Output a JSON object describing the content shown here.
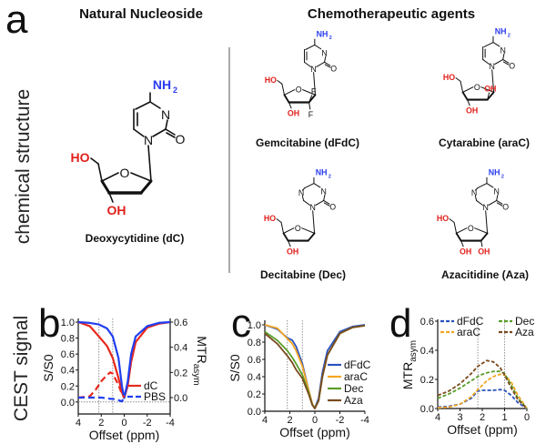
{
  "panel_labels": {
    "a": "a",
    "b": "b",
    "c": "c",
    "d": "d"
  },
  "headers": {
    "natural": "Natural Nucleoside",
    "chemo": "Chemotherapeutic agents"
  },
  "row_labels": {
    "structure": "chemical  structure",
    "cest": "CEST signal"
  },
  "atom_labels": {
    "amine": "NH",
    "amine_sub": "2",
    "n": "N",
    "o": "O",
    "ho": "HO",
    "oh": "OH",
    "f": "F"
  },
  "colors": {
    "amine": "#2b3cf0",
    "hydroxyl": "#e0201b",
    "bond": "#111111"
  },
  "molecules": [
    {
      "name": "Deoxycytidine (dC)",
      "ring": "pyrimidine",
      "c2_sub": "none"
    },
    {
      "name": "Gemcitabine (dFdC)",
      "ring": "pyrimidine",
      "c2_sub": "difluoro"
    },
    {
      "name": "Cytarabine (araC)",
      "ring": "pyrimidine",
      "c2_sub": "oh-up"
    },
    {
      "name": "Decitabine (Dec)",
      "ring": "triazine",
      "c2_sub": "none"
    },
    {
      "name": "Azacitidine (Aza)",
      "ring": "triazine",
      "c2_sub": "oh-down"
    }
  ],
  "chart_data": [
    {
      "id": "b",
      "type": "line",
      "xlabel": "Offset (ppm)",
      "ylabel": "S/S0",
      "y2label": "MTR",
      "y2label_sub": "asym",
      "xlim": [
        4,
        -4
      ],
      "ylim": [
        -0.15,
        1.0
      ],
      "y2lim": [
        -0.13,
        0.6
      ],
      "xticks": [
        "4",
        "2",
        "0",
        "-2",
        "-4"
      ],
      "xtick_values": [
        4,
        2,
        0,
        -2,
        -4
      ],
      "yticks": [
        "0.0",
        "0.2",
        "0.4",
        "0.6",
        "0.8",
        "1.0"
      ],
      "ytick_values": [
        0,
        0.2,
        0.4,
        0.6,
        0.8,
        1.0
      ],
      "y2ticks": [
        "0.0",
        "0.2",
        "0.4",
        "0.6"
      ],
      "y2tick_values": [
        0,
        0.2,
        0.4,
        0.6
      ],
      "vlines": [
        2.2,
        1.0
      ],
      "legend_position": "bottom-right",
      "series": [
        {
          "name": "dC",
          "color": "#e8281c",
          "style": "solid",
          "axis": "left",
          "x": [
            4,
            3,
            2.2,
            1.5,
            1,
            0.5,
            0.2,
            0,
            -0.3,
            -0.6,
            -1,
            -2,
            -3,
            -4
          ],
          "y": [
            1.0,
            0.95,
            0.82,
            0.7,
            0.55,
            0.3,
            0.12,
            0.05,
            0.2,
            0.5,
            0.75,
            0.93,
            0.98,
            1.0
          ]
        },
        {
          "name": "PBS",
          "color": "#1f3ff0",
          "style": "solid",
          "axis": "left",
          "x": [
            4,
            3,
            2.2,
            1.5,
            1,
            0.5,
            0.2,
            0,
            -0.3,
            -0.6,
            -1,
            -2,
            -3,
            -4
          ],
          "y": [
            1.0,
            0.99,
            0.97,
            0.92,
            0.82,
            0.55,
            0.2,
            0.05,
            0.25,
            0.6,
            0.82,
            0.95,
            0.99,
            1.0
          ]
        },
        {
          "name": "dC",
          "color": "#e8281c",
          "style": "dashed",
          "axis": "right",
          "legend": false,
          "x": [
            4,
            3,
            2.5,
            2,
            1.5,
            1.2,
            1,
            0.5,
            0.2,
            0
          ],
          "y": [
            0,
            0.01,
            0.06,
            0.13,
            0.18,
            0.2,
            0.19,
            0.1,
            0.03,
            0
          ]
        },
        {
          "name": "PBS",
          "color": "#1f3ff0",
          "style": "dashed",
          "axis": "right",
          "legend": false,
          "x": [
            4,
            3,
            2.5,
            2,
            1.5,
            1.2,
            1,
            0.5,
            0.2,
            0
          ],
          "y": [
            0,
            0,
            0,
            0,
            -0.005,
            -0.01,
            -0.01,
            -0.02,
            -0.03,
            0
          ]
        }
      ]
    },
    {
      "id": "c",
      "type": "line",
      "xlabel": "Offset (ppm)",
      "ylabel": "S/S0",
      "xlim": [
        4,
        -4
      ],
      "ylim": [
        0,
        1.0
      ],
      "xticks": [
        "4",
        "2",
        "0",
        "-2",
        "-4"
      ],
      "xtick_values": [
        4,
        2,
        0,
        -2,
        -4
      ],
      "yticks": [
        "0.0",
        "0.2",
        "0.4",
        "0.6",
        "0.8",
        "1.0"
      ],
      "ytick_values": [
        0,
        0.2,
        0.4,
        0.6,
        0.8,
        1.0
      ],
      "vlines": [
        2.2,
        1.0
      ],
      "legend_position": "bottom-right",
      "x": [
        4,
        3,
        2.2,
        1.8,
        1.5,
        1,
        0.5,
        0.2,
        0,
        -0.3,
        -0.6,
        -1,
        -2,
        -3,
        -4
      ],
      "series": [
        {
          "name": "dFdC",
          "color": "#2a52be",
          "style": "solid",
          "y": [
            1.0,
            0.95,
            0.85,
            0.82,
            0.75,
            0.55,
            0.25,
            0.08,
            0.04,
            0.15,
            0.45,
            0.7,
            0.92,
            0.98,
            1.0
          ]
        },
        {
          "name": "araC",
          "color": "#f5a623",
          "style": "solid",
          "y": [
            1.0,
            0.96,
            0.84,
            0.78,
            0.7,
            0.52,
            0.25,
            0.08,
            0.04,
            0.12,
            0.4,
            0.65,
            0.9,
            0.97,
            0.99
          ]
        },
        {
          "name": "Dec",
          "color": "#5a9e2a",
          "style": "solid",
          "y": [
            0.92,
            0.82,
            0.7,
            0.62,
            0.55,
            0.42,
            0.22,
            0.07,
            0.04,
            0.12,
            0.4,
            0.65,
            0.9,
            0.97,
            0.99
          ]
        },
        {
          "name": "Aza",
          "color": "#7a4a1e",
          "style": "solid",
          "y": [
            0.9,
            0.78,
            0.64,
            0.56,
            0.48,
            0.38,
            0.2,
            0.07,
            0.03,
            0.12,
            0.4,
            0.65,
            0.9,
            0.97,
            0.99
          ]
        }
      ]
    },
    {
      "id": "d",
      "type": "line",
      "xlabel": "Offset (ppm)",
      "ylabel": "MTR",
      "ylabel_sub": "asym",
      "xlim": [
        4,
        0
      ],
      "ylim": [
        0,
        0.6
      ],
      "xticks": [
        "4",
        "3",
        "2",
        "1",
        "0"
      ],
      "xtick_values": [
        4,
        3,
        2,
        1,
        0
      ],
      "yticks": [
        "0.0",
        "0.2",
        "0.4",
        "0.6"
      ],
      "ytick_values": [
        0,
        0.2,
        0.4,
        0.6
      ],
      "vlines": [
        2.2,
        1.0
      ],
      "legend_position": "top",
      "x": [
        4,
        3.5,
        3,
        2.5,
        2.2,
        2,
        1.8,
        1.5,
        1.2,
        1,
        0.7,
        0.4,
        0
      ],
      "series": [
        {
          "name": "dFdC",
          "color": "#2a52be",
          "style": "dashed",
          "y": [
            0.01,
            0.015,
            0.03,
            0.07,
            0.12,
            0.125,
            0.125,
            0.125,
            0.13,
            0.125,
            0.09,
            0.04,
            0
          ]
        },
        {
          "name": "araC",
          "color": "#f5a623",
          "style": "dashed",
          "y": [
            0.005,
            0.01,
            0.03,
            0.08,
            0.13,
            0.16,
            0.19,
            0.22,
            0.235,
            0.23,
            0.18,
            0.09,
            0
          ]
        },
        {
          "name": "Dec",
          "color": "#5a9e2a",
          "style": "dashed",
          "y": [
            0.07,
            0.1,
            0.14,
            0.19,
            0.22,
            0.235,
            0.245,
            0.255,
            0.255,
            0.24,
            0.16,
            0.07,
            0
          ]
        },
        {
          "name": "Aza",
          "color": "#7a4a1e",
          "style": "dashed",
          "y": [
            0.09,
            0.12,
            0.17,
            0.24,
            0.29,
            0.31,
            0.33,
            0.32,
            0.28,
            0.23,
            0.14,
            0.06,
            0
          ]
        }
      ]
    }
  ]
}
